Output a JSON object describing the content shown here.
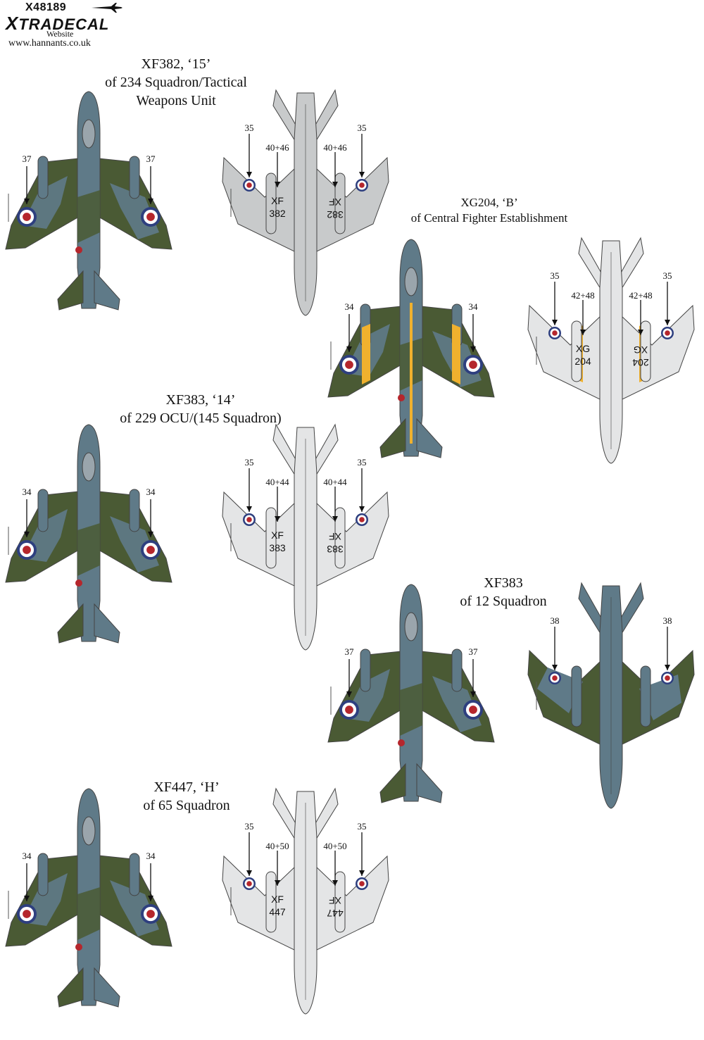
{
  "header": {
    "product_code": "X48189",
    "brand_first": "X",
    "brand_rest": "TRADECAL",
    "website_label": "Website",
    "url": "www.hannants.co.uk"
  },
  "captions": {
    "xf382": {
      "line1": "XF382, ‘15’",
      "line2": "of 234 Squadron/Tactical",
      "line3": "Weapons Unit"
    },
    "xg204": {
      "line1": "XG204, ‘B’",
      "line2": "of Central Fighter Establishment"
    },
    "xf383_14": {
      "line1": "XF383, ‘14’",
      "line2": "of 229 OCU/(145 Squadron)"
    },
    "xf383_12": {
      "line1": "XF383",
      "line2": "of 12 Squadron"
    },
    "xf447": {
      "line1": "XF447, ‘H’",
      "line2": "of 65 Squadron"
    }
  },
  "aircraft": [
    {
      "id": "xf382-top",
      "view": "top",
      "scheme": "camo",
      "stripes": false,
      "callout_left": "37",
      "callout_right": "37"
    },
    {
      "id": "xf382-under",
      "view": "under",
      "scheme": "grey",
      "callout_outer_left": "35",
      "callout_outer_right": "35",
      "callout_inner_left": "40+46",
      "callout_inner_right": "40+46",
      "serial_top_left": "XF",
      "serial_bottom_left": "382",
      "serial_top_right": "XF",
      "serial_bottom_right": "382"
    },
    {
      "id": "xg204-top",
      "view": "top",
      "scheme": "camo",
      "stripes": true,
      "callout_left": "34",
      "callout_right": "34"
    },
    {
      "id": "xg204-under",
      "view": "under",
      "scheme": "silver-yellow",
      "callout_outer_left": "35",
      "callout_outer_right": "35",
      "callout_inner_left": "42+48",
      "callout_inner_right": "42+48",
      "serial_top_left": "XG",
      "serial_bottom_left": "204",
      "serial_top_right": "XG",
      "serial_bottom_right": "204"
    },
    {
      "id": "xf383-14-top",
      "view": "top",
      "scheme": "camo",
      "stripes": false,
      "callout_left": "34",
      "callout_right": "34"
    },
    {
      "id": "xf383-14-under",
      "view": "under",
      "scheme": "silver",
      "callout_outer_left": "35",
      "callout_outer_right": "35",
      "callout_inner_left": "40+44",
      "callout_inner_right": "40+44",
      "serial_top_left": "XF",
      "serial_bottom_left": "383",
      "serial_top_right": "XF",
      "serial_bottom_right": "383"
    },
    {
      "id": "xf383-12-top",
      "view": "top",
      "scheme": "camo",
      "stripes": false,
      "callout_left": "37",
      "callout_right": "37"
    },
    {
      "id": "xf383-12-under",
      "view": "under",
      "scheme": "camo-under",
      "callout_outer_left": "38",
      "callout_outer_right": "38"
    },
    {
      "id": "xf447-top",
      "view": "top",
      "scheme": "camo",
      "stripes": false,
      "callout_left": "34",
      "callout_right": "34"
    },
    {
      "id": "xf447-under",
      "view": "under",
      "scheme": "silver",
      "callout_outer_left": "35",
      "callout_outer_right": "35",
      "callout_inner_left": "40+50",
      "callout_inner_right": "40+50",
      "serial_top_left": "XF",
      "serial_bottom_left": "447",
      "serial_top_right": "XF",
      "serial_bottom_right": "447"
    }
  ],
  "colors": {
    "camo_green": "#4a5a34",
    "camo_grey": "#5f7a88",
    "under_grey": "#c8cacb",
    "under_silver": "#e4e5e6",
    "outline": "#444444",
    "roundel_red": "#b5262c",
    "roundel_blue": "#2e3f7f",
    "stripe_yellow": "#f0b12e"
  }
}
